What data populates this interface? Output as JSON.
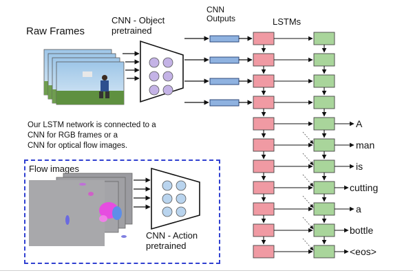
{
  "labels": {
    "raw_frames": "Raw Frames",
    "cnn_object": [
      "CNN - Object",
      "pretrained"
    ],
    "cnn_outputs": [
      "CNN",
      "Outputs"
    ],
    "lstms": "LSTMs",
    "caption": [
      "Our LSTM network is connected to a",
      "CNN for RGB frames or a",
      "CNN for optical flow images."
    ],
    "flow_images": "Flow images",
    "cnn_action": [
      "CNN - Action",
      "pretrained"
    ]
  },
  "output_words": [
    "A",
    "man",
    "is",
    "cutting",
    "a",
    "bottle",
    "<eos>"
  ],
  "colors": {
    "cnn_output_block": "#8fb2e0",
    "lstm_encoder": "#f09aa3",
    "lstm_decoder": "#a9d59b",
    "flow_border": "#2f3fd0",
    "cnn_node": "#c4b3e6",
    "cnn_node_action": "#b9d4ee"
  },
  "icons": {
    "raw_frame_stack": "video-frame-stack-icon",
    "flow_frame_stack": "flow-image-stack-icon",
    "cnn": "cnn-trapezoid-icon"
  }
}
